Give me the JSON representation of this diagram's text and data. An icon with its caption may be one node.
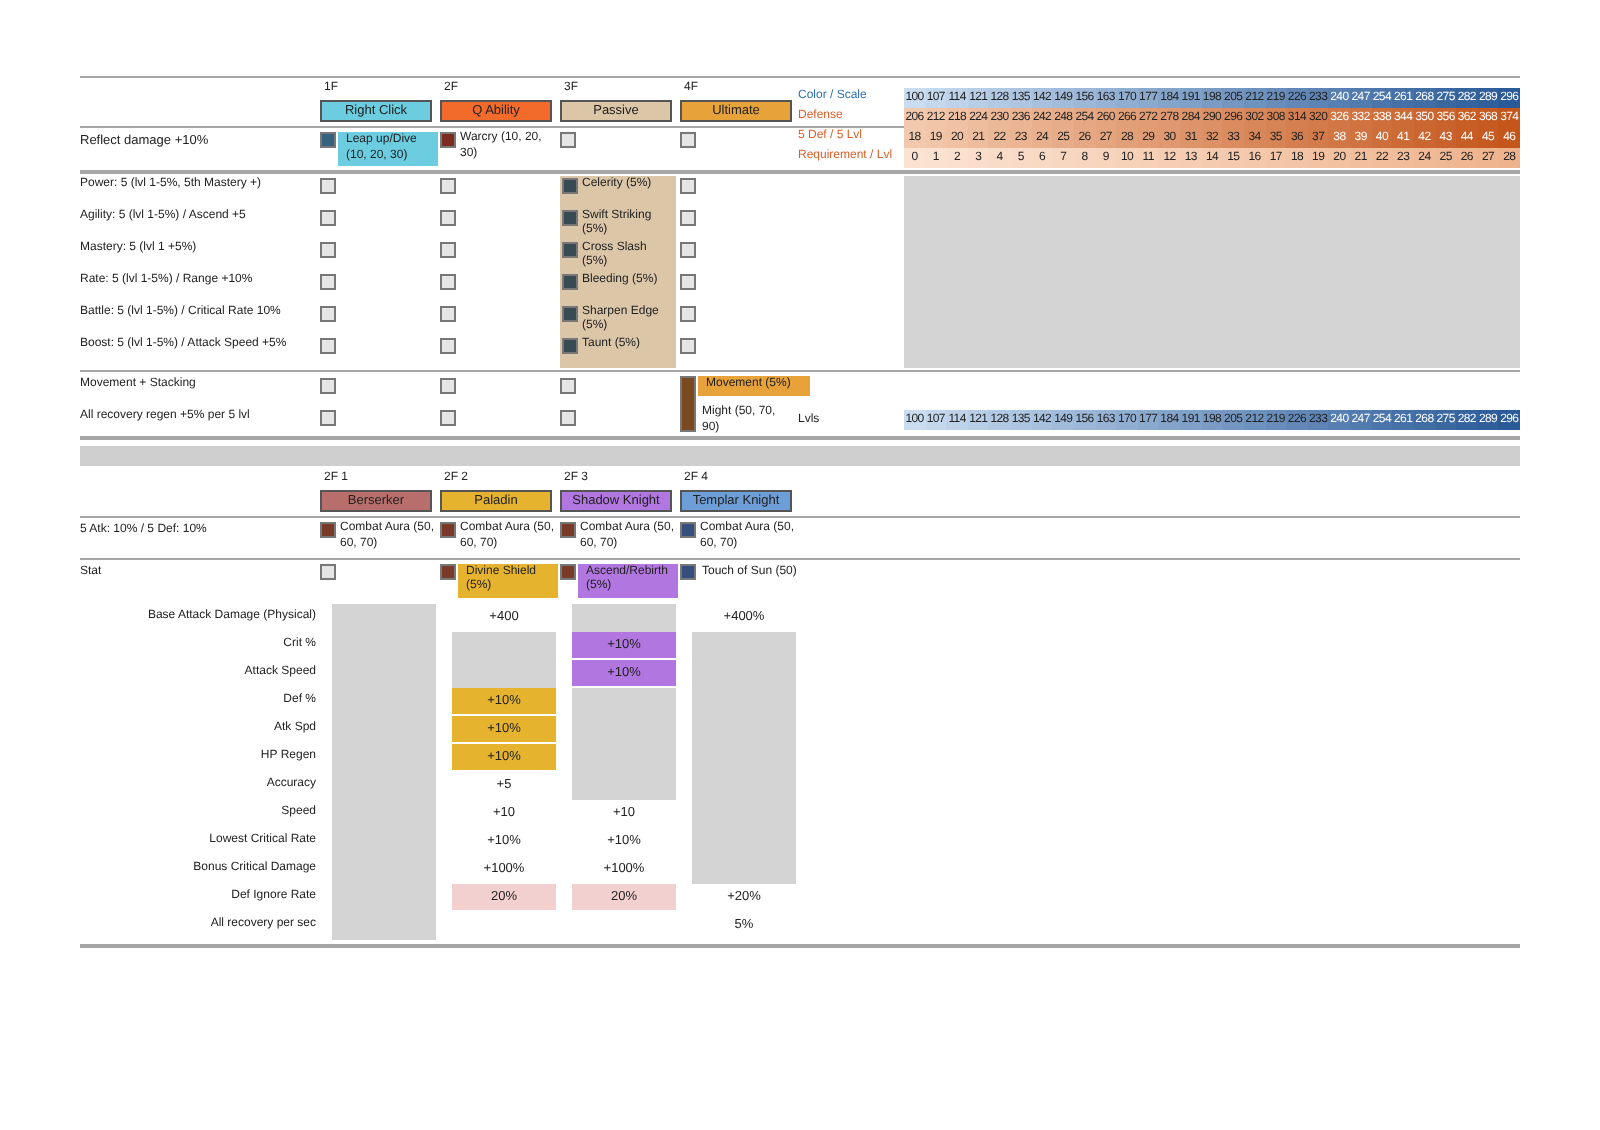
{
  "diagram": {
    "nodes": [
      {
        "text": [
          "Right Click"
        ]
      },
      {
        "text": [
          "Q Ability"
        ]
      },
      {
        "text": [
          "Passive"
        ]
      },
      {
        "text": [
          "Ultimate"
        ]
      },
      {
        "text": [
          "Leap up/Dive (10, 20, 30)"
        ]
      },
      {
        "text": [
          "Celerity (5%)",
          "Swift Striking (5%)",
          "Cross Slash (5%)",
          "Bleeding (5%)",
          "Sharpen Edge (5%)",
          "Taunt (5%)"
        ]
      },
      {
        "text": [
          "Movement (5%)"
        ]
      },
      {
        "text": [
          "Berserker"
        ]
      },
      {
        "text": [
          "Paladin"
        ]
      },
      {
        "text": [
          "Shadow Knight"
        ]
      },
      {
        "text": [
          "Templar Knight"
        ]
      },
      {
        "text": [
          "Divine Shield (5%)"
        ]
      },
      {
        "text": [
          "Ascend/Rebirth (5%)"
        ]
      },
      {
        "text": [],
        "shape": "box"
      },
      {
        "text": [],
        "shape": "box"
      },
      {
        "text": [],
        "shape": "box"
      },
      {
        "text": [],
        "shape": "box"
      },
      {
        "text": [],
        "shape": "box"
      },
      {
        "text": [],
        "shape": "box"
      }
    ],
    "labels": [
      "1F",
      "2F",
      "3F",
      "4F",
      "Reflect damage +10%",
      "Warcry (10, 20, 30)",
      "Color / Scale",
      "Defense",
      "5 Def / 5 Lvl",
      "Requirement / Lvl",
      "100",
      "107",
      "114",
      "121",
      "128",
      "135",
      "142",
      "149",
      "156",
      "163",
      "170",
      "177",
      "184",
      "191",
      "198",
      "205",
      "212",
      "219",
      "226",
      "233",
      "240",
      "247",
      "254",
      "261",
      "268",
      "275",
      "282",
      "289",
      "296",
      "206",
      "212",
      "218",
      "224",
      "230",
      "236",
      "242",
      "248",
      "254",
      "260",
      "266",
      "272",
      "278",
      "284",
      "290",
      "296",
      "302",
      "308",
      "314",
      "320",
      "326",
      "332",
      "338",
      "344",
      "350",
      "356",
      "362",
      "368",
      "374",
      "18",
      "19",
      "20",
      "21",
      "22",
      "23",
      "24",
      "25",
      "26",
      "27",
      "28",
      "29",
      "30",
      "31",
      "32",
      "33",
      "34",
      "35",
      "36",
      "37",
      "38",
      "39",
      "40",
      "41",
      "42",
      "43",
      "44",
      "45",
      "46",
      "0",
      "1",
      "2",
      "3",
      "4",
      "5",
      "6",
      "7",
      "8",
      "9",
      "10",
      "11",
      "12",
      "13",
      "14",
      "15",
      "16",
      "17",
      "18",
      "19",
      "20",
      "21",
      "22",
      "23",
      "24",
      "25",
      "26",
      "27",
      "28",
      "Power: 5 (lvl 1-5%, 5th Mastery +)",
      "Agility: 5 (lvl 1-5%) / Ascend +5",
      "Mastery: 5 (lvl 1 +5%)",
      "Rate: 5 (lvl 1-5%) / Range +10%",
      "Battle: 5 (lvl 1-5%) / Critical Rate 10%",
      "Boost: 5 (lvl 1-5%) / Attack Speed +5%",
      "Movement + Stacking",
      "All recovery regen +5% per 5 lvl",
      "Might (50, 70, 90)",
      "Lvls",
      "100",
      "107",
      "114",
      "121",
      "128",
      "135",
      "142",
      "149",
      "156",
      "163",
      "170",
      "177",
      "184",
      "191",
      "198",
      "205",
      "212",
      "219",
      "226",
      "233",
      "240",
      "247",
      "254",
      "261",
      "268",
      "275",
      "282",
      "289",
      "296",
      "2F 1",
      "2F 2",
      "2F 3",
      "2F 4",
      "5 Atk: 10% / 5 Def: 10%",
      "Combat Aura (50, 60, 70)",
      "Combat Aura (50, 60, 70)",
      "Combat Aura (50, 60, 70)",
      "Combat Aura (50, 60, 70)",
      "Stat",
      "Touch of Sun (50)",
      "Base Attack Damage (Physical)",
      "Crit %",
      "Attack Speed",
      "Def %",
      "Atk Spd",
      "HP Regen",
      "Accuracy",
      "Speed",
      "Lowest Critical Rate",
      "Bonus Critical Damage",
      "Def Ignore Rate",
      "All recovery per sec",
      "+400",
      "+400%",
      "+10%",
      "+10%",
      "+10%",
      "+10%",
      "+10%",
      "+5",
      "+10",
      "+10",
      "+10%",
      "+10%",
      "+100%",
      "+100%",
      "20%",
      "20%",
      "+20%",
      "5%"
    ]
  }
}
